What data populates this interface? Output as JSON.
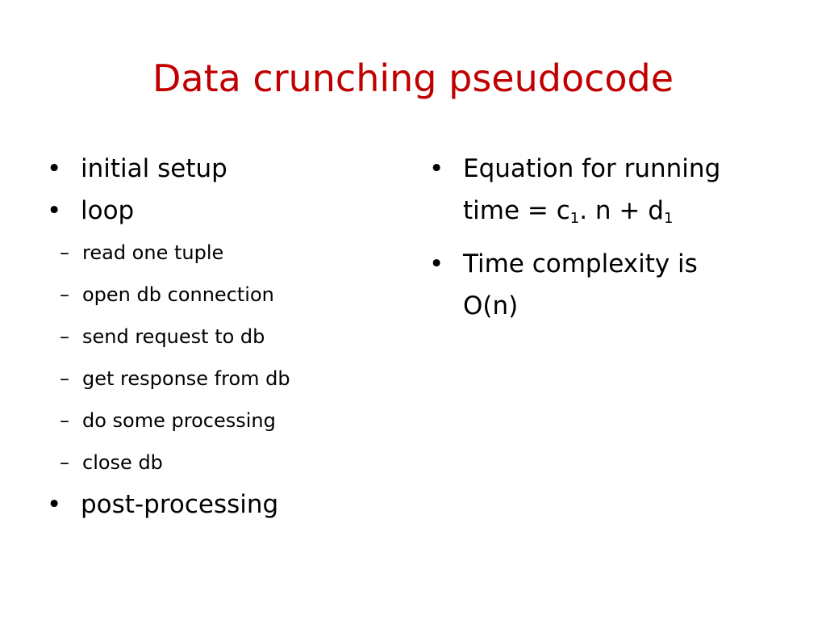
{
  "slide": {
    "title": "Data crunching pseudocode",
    "left_column": {
      "bullet_char": "•",
      "dash_char": "–",
      "items": [
        {
          "text": "initial setup"
        },
        {
          "text": "loop"
        },
        {
          "text": "post-processing"
        }
      ],
      "loop_steps": [
        "read one tuple",
        "open db connection",
        "send request to db",
        "get response from db",
        "do some processing",
        "close db"
      ]
    },
    "right_column": {
      "bullet_char": "•",
      "equation": {
        "line1": "Equation for running",
        "line2_prefix": "time = c",
        "sub1": "1",
        "mid": ". n + d",
        "sub2": "1"
      },
      "complexity": {
        "line1": "Time complexity is",
        "line2": "O(n)"
      }
    }
  }
}
